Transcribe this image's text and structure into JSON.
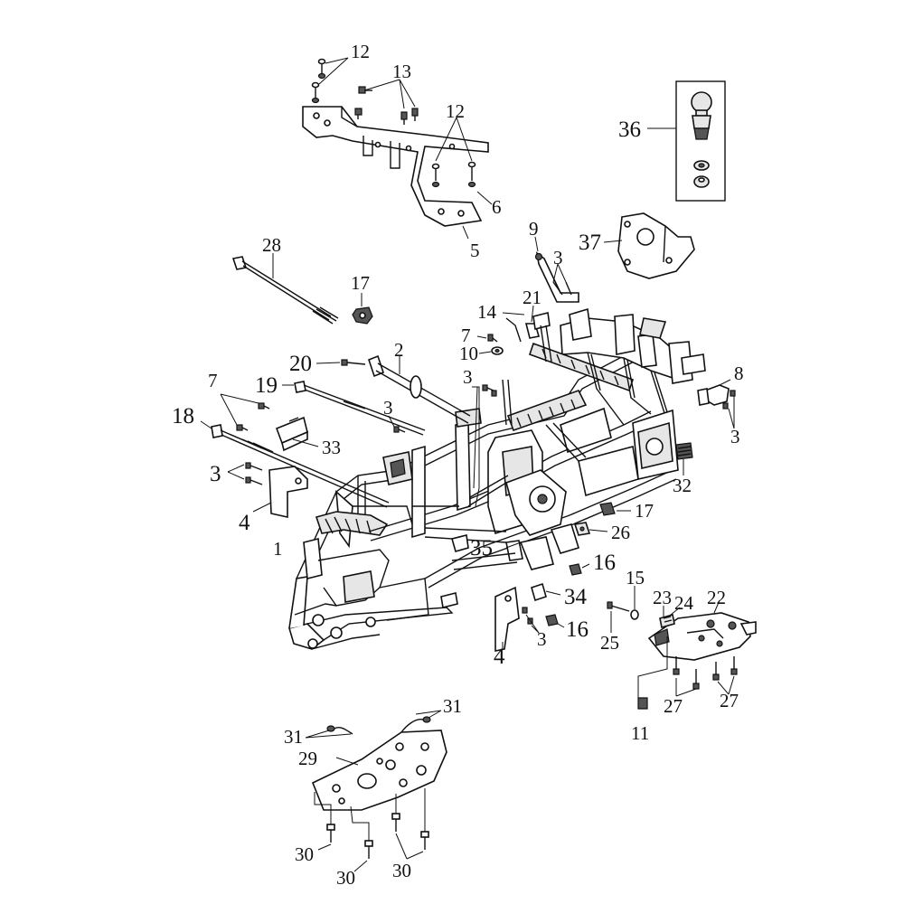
{
  "callouts": [
    "12",
    "13",
    "12",
    "6",
    "5",
    "36",
    "37",
    "9",
    "3",
    "28",
    "17",
    "21",
    "14",
    "7",
    "10",
    "2",
    "20",
    "19",
    "3",
    "8",
    "3",
    "7",
    "33",
    "18",
    "3",
    "3",
    "32",
    "4",
    "17",
    "26",
    "1",
    "35",
    "16",
    "34",
    "15",
    "23",
    "24",
    "22",
    "16",
    "3",
    "4",
    "25",
    "27",
    "27",
    "11",
    "31",
    "31",
    "29",
    "30",
    "30",
    "30"
  ]
}
